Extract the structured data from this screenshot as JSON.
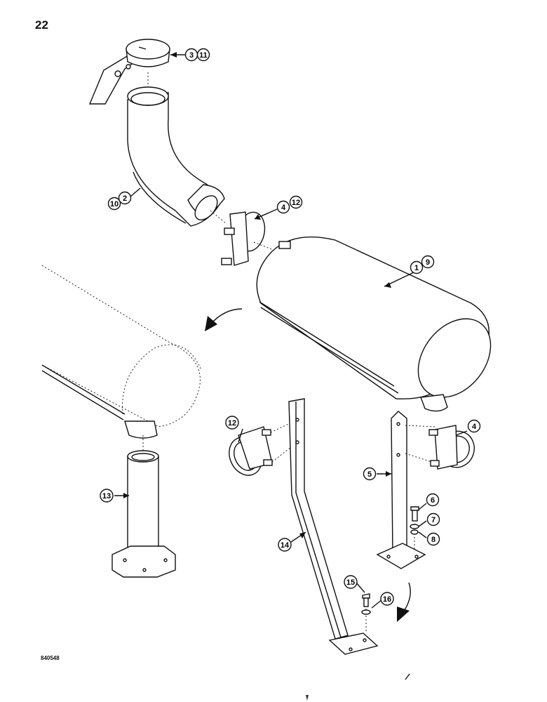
{
  "page": {
    "number": "22",
    "drawing_code": "840548"
  },
  "callouts": [
    {
      "id": "c-3",
      "text": "3"
    },
    {
      "id": "c-11",
      "text": "11"
    },
    {
      "id": "c-10",
      "text": "10"
    },
    {
      "id": "c-2",
      "text": "2"
    },
    {
      "id": "c-4a",
      "text": "4"
    },
    {
      "id": "c-12a",
      "text": "12"
    },
    {
      "id": "c-1",
      "text": "1"
    },
    {
      "id": "c-9",
      "text": "9"
    },
    {
      "id": "c-12b",
      "text": "12"
    },
    {
      "id": "c-4b",
      "text": "4"
    },
    {
      "id": "c-5",
      "text": "5"
    },
    {
      "id": "c-6",
      "text": "6"
    },
    {
      "id": "c-7",
      "text": "7"
    },
    {
      "id": "c-8",
      "text": "8"
    },
    {
      "id": "c-13",
      "text": "13"
    },
    {
      "id": "c-14",
      "text": "14"
    },
    {
      "id": "c-15",
      "text": "15"
    },
    {
      "id": "c-16",
      "text": "16"
    }
  ]
}
